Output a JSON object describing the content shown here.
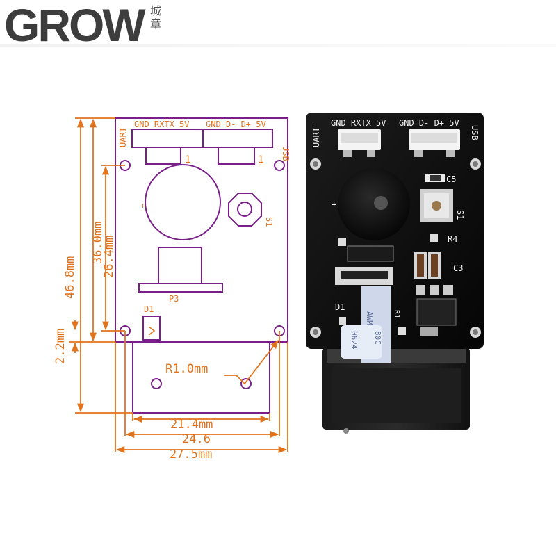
{
  "brand": {
    "name": "GROW",
    "chinese": "城章"
  },
  "colors": {
    "dimension": "#e0731e",
    "outline": "#7a1f8a",
    "pcb": "#101010",
    "silk": "#f2f2f2"
  },
  "drawing": {
    "connectors": {
      "uart_side": "UART",
      "usb_side": "USB",
      "uart_pins": "GND RXTX 5V",
      "usb_pins": "GND D- D+ 5V",
      "pin1_a": "1",
      "pin1_b": "1"
    },
    "labels": {
      "buzzer_plus": "+",
      "switch": "S1",
      "connector": "P3",
      "diode": "D1"
    },
    "dimensions": {
      "overall_height": "46.8mm",
      "hole_height": "36.0mm",
      "inner_height": "26.4mm",
      "bottom_offset": "2.2mm",
      "radius": "R1.0mm",
      "width_inner": "21.4mm",
      "width_mid": "24.6",
      "width_overall": "27.5mm"
    }
  },
  "photo": {
    "uart_label": "UART",
    "usb_label": "USB",
    "uart_pins": "GND RXTX 5V",
    "usb_pins": "GND D- D+ 5V",
    "c5": "C5",
    "s1": "S1",
    "r4": "R4",
    "c3": "C3",
    "d1": "D1",
    "r1": "R1",
    "plus": "+",
    "cable_text_1": "AWM",
    "cable_text_2": "0624",
    "cable_text_3": "80C"
  }
}
